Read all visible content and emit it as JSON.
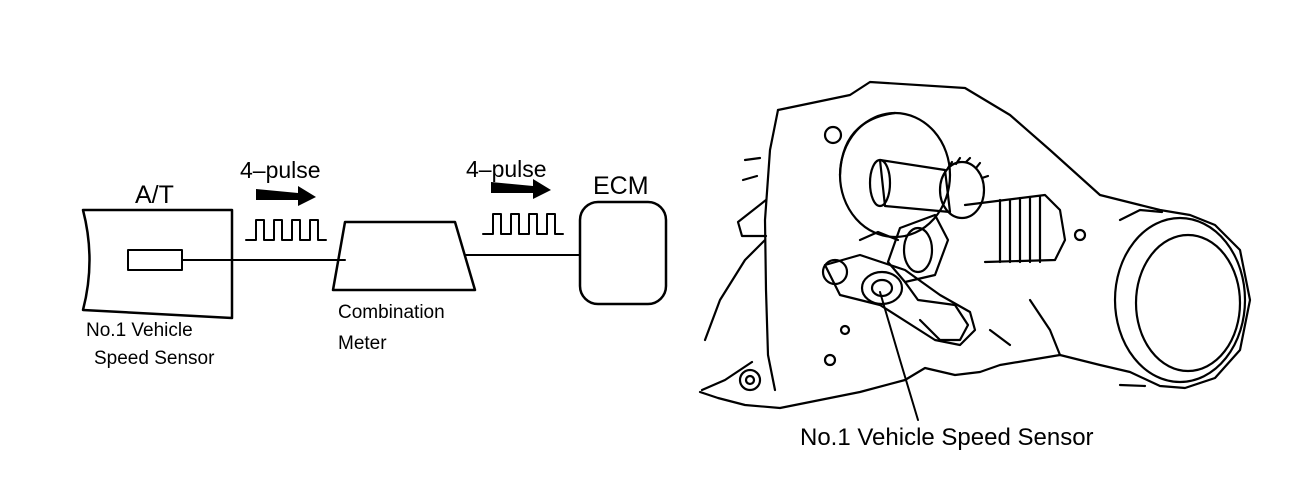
{
  "schematic": {
    "transmission_label": "A/T",
    "ecm_label": "ECM",
    "sensor_label_line1": "No.1 Vehicle",
    "sensor_label_line2": "Speed Sensor",
    "meter_label_line1": "Combination",
    "meter_label_line2": "Meter",
    "pulse_label_left": "4–pulse",
    "pulse_label_right": "4–pulse"
  },
  "illustration": {
    "callout_label": "No.1 Vehicle Speed Sensor"
  },
  "colors": {
    "line": "#000000",
    "background": "#ffffff"
  }
}
